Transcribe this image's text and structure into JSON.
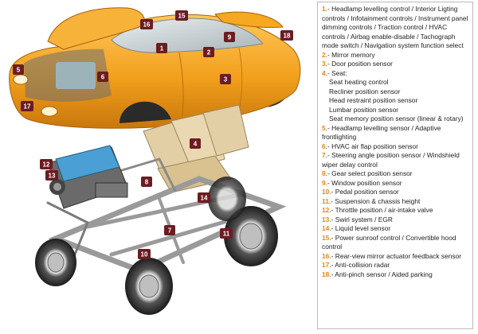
{
  "colors": {
    "car_body": "#f2a01c",
    "car_body_dark": "#c9770c",
    "callout_bg": "#6b1d22",
    "callout_text": "#ffffff",
    "legend_number": "#e8861a",
    "engine": "#4aa0d4",
    "frame": "#9a9a9a",
    "seat": "#e3cfa5"
  },
  "callouts": [
    {
      "num": "1"
    },
    {
      "num": "2"
    },
    {
      "num": "3"
    },
    {
      "num": "4"
    },
    {
      "num": "5"
    },
    {
      "num": "6"
    },
    {
      "num": "7"
    },
    {
      "num": "8"
    },
    {
      "num": "9"
    },
    {
      "num": "10"
    },
    {
      "num": "11"
    },
    {
      "num": "12"
    },
    {
      "num": "13"
    },
    {
      "num": "14"
    },
    {
      "num": "15"
    },
    {
      "num": "16"
    },
    {
      "num": "17"
    },
    {
      "num": "18"
    }
  ],
  "legend": [
    {
      "num": "1",
      "text": ".- Headlamp levelling control / Interior Ligting controls / Infotainment controls / Instrument panel dimming controls / Traction control / HVAC controls / Airbag enable-disable / Tachograph mode switch / Navigation system function select",
      "sub": []
    },
    {
      "num": "2",
      "text": ".- Mirror memory",
      "sub": []
    },
    {
      "num": "3",
      "text": ".- Door position sensor",
      "sub": []
    },
    {
      "num": "4",
      "text": ".- Seat:",
      "sub": [
        "Seat heating control",
        "Recliner position sensor",
        "Head restraint position sensor",
        "Lumbar position sensor",
        "Seat memory position sensor (linear & rotary)"
      ]
    },
    {
      "num": "5",
      "text": ".- Headlamp levelling sensor / Adaptive frontlighting",
      "sub": []
    },
    {
      "num": "6",
      "text": ".- HVAC air flap position sensor",
      "sub": []
    },
    {
      "num": "7",
      "text": ".- Steering angle position sensor / Windshield wiper delay control",
      "sub": []
    },
    {
      "num": "8",
      "text": ".- Gear select position sensor",
      "sub": []
    },
    {
      "num": "9",
      "text": ".- Window position sensor",
      "sub": []
    },
    {
      "num": "10",
      "text": ".- Pedal position sensor",
      "sub": []
    },
    {
      "num": "11",
      "text": ".- Suspension & chassis height",
      "sub": []
    },
    {
      "num": "12",
      "text": ".- Throttle position / air-intake valve",
      "sub": []
    },
    {
      "num": "13",
      "text": ".- Swirl system / EGR",
      "sub": []
    },
    {
      "num": "14",
      "text": ".- Liquid level sensor",
      "sub": []
    },
    {
      "num": "15",
      "text": ".- Power sunroof control / Convertible hood control",
      "sub": []
    },
    {
      "num": "16",
      "text": ".- Rear-view mirror actuator feedback sensor",
      "sub": []
    },
    {
      "num": "17",
      "text": ".- Anti-collision radar",
      "sub": []
    },
    {
      "num": "18",
      "text": ".- Anti-pinch sensor / Aided parking",
      "sub": []
    }
  ]
}
